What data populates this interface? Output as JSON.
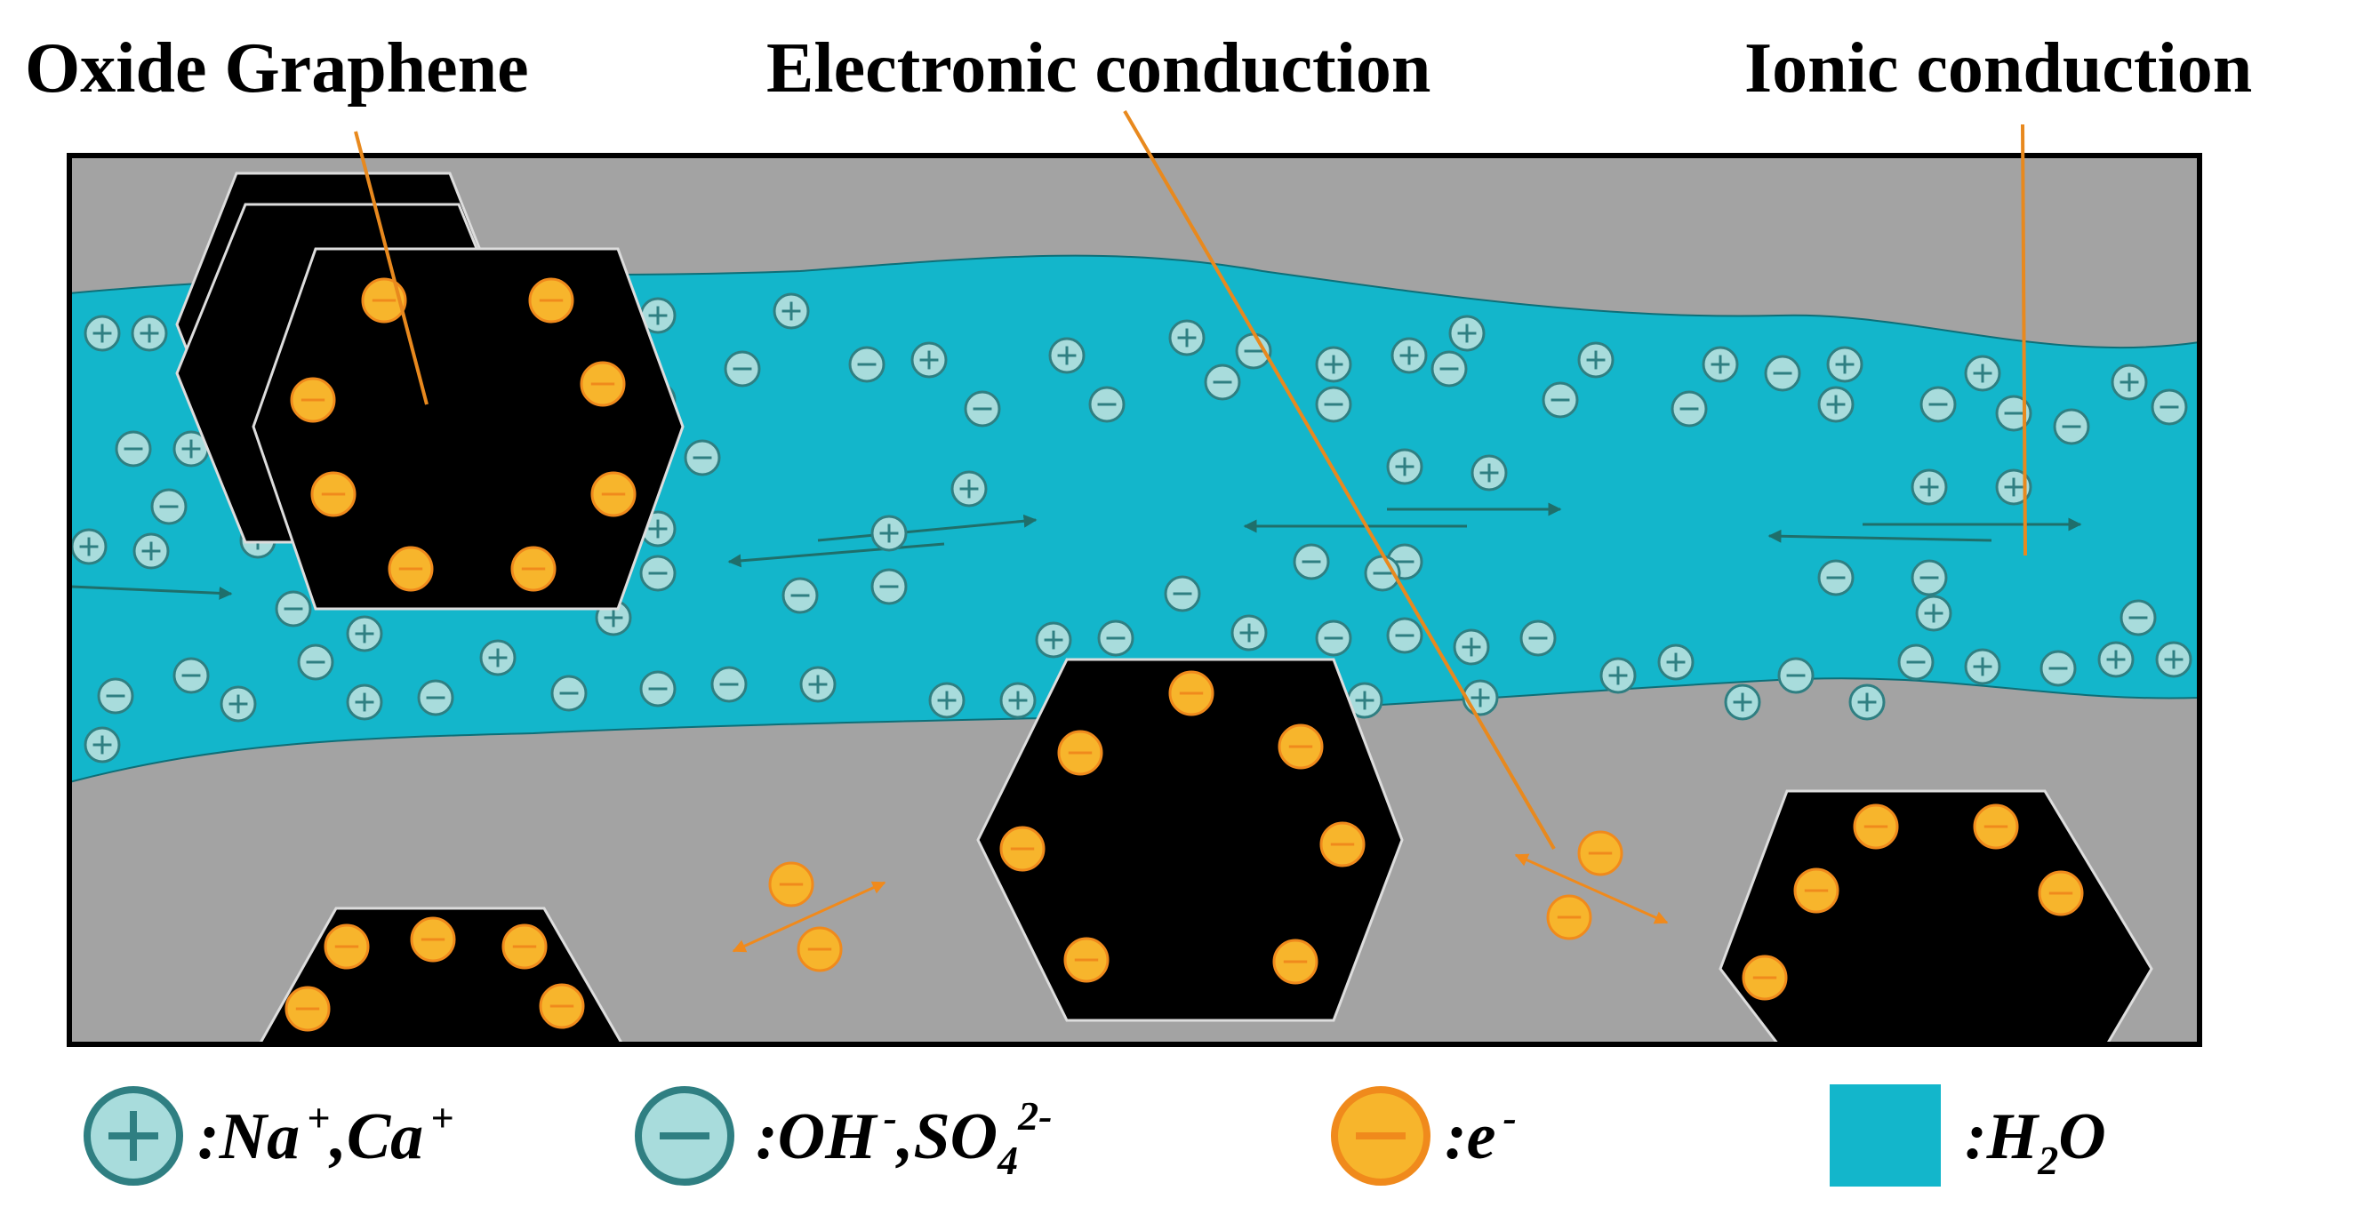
{
  "labels": {
    "oxide_graphene": "Oxide Graphene",
    "electronic_conduction": "Electronic conduction",
    "ionic_conduction": "Ionic conduction"
  },
  "legend": {
    "cation": {
      "prefix": ":",
      "main": "Na",
      "sup1": "+",
      "mid": ",Ca",
      "sup2": "+"
    },
    "anion": {
      "prefix": ":",
      "main": "OH",
      "sup1": "-",
      "mid": ",SO",
      "sub": "4",
      "sup2": "2-"
    },
    "electron": {
      "prefix": ":",
      "main": "e",
      "sup1": "-"
    },
    "water": {
      "prefix": ":",
      "main": "H",
      "sub": "2",
      "tail": "O"
    }
  },
  "colors": {
    "matrix": "#a3a3a3",
    "water": "#13b6cb",
    "ion_fill": "#a8dcdc",
    "ion_stroke": "#2f7f82",
    "electron_fill": "#f7b52c",
    "electron_stroke": "#f08a1c",
    "graphene": "#000000",
    "leader": "#e8891e",
    "ion_arrow": "#1f6f6b"
  }
}
